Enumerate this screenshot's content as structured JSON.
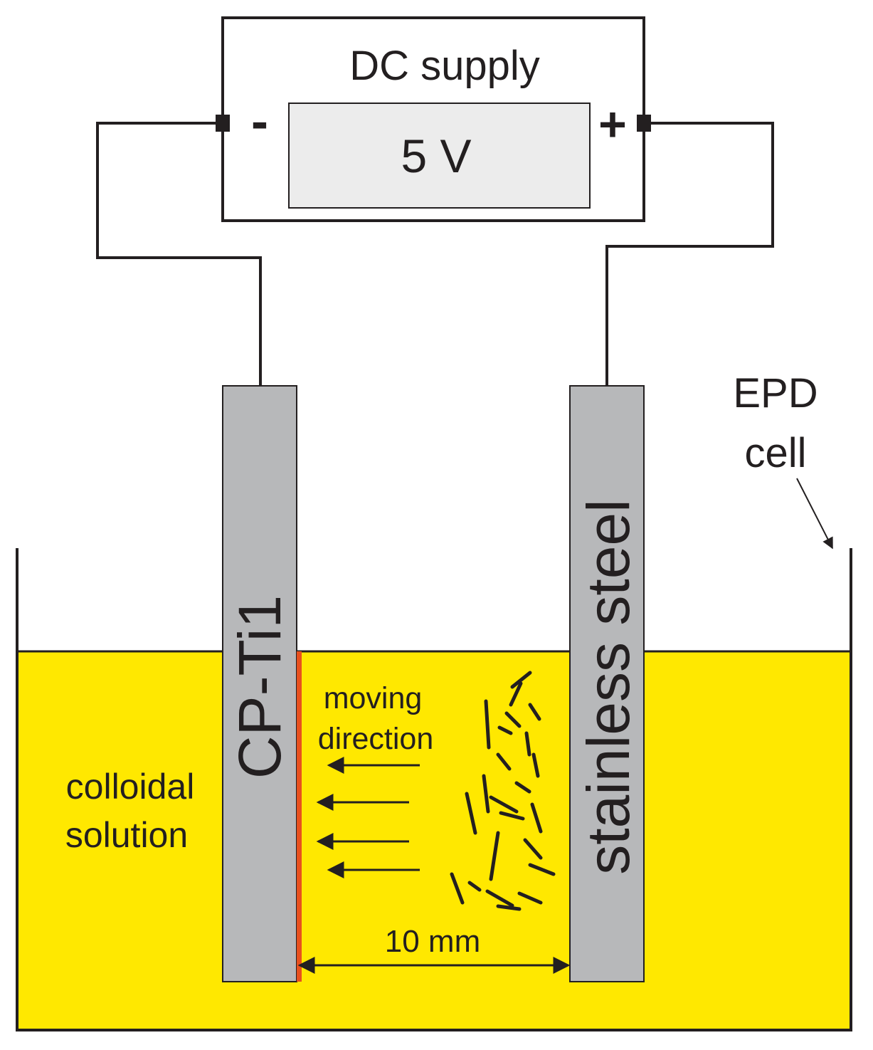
{
  "supply": {
    "title": "DC supply",
    "voltage": "5 V",
    "minus": "-",
    "plus": "+"
  },
  "electrodes": {
    "left": "CP-Ti1",
    "right": "stainless steel"
  },
  "cell": {
    "line1": "EPD",
    "line2": "cell"
  },
  "solution": {
    "line1": "colloidal",
    "line2": "solution"
  },
  "direction": {
    "line1": "moving",
    "line2": "direction"
  },
  "gap": "10 mm",
  "colors": {
    "solution": "#ffe800",
    "electrode": "#b7b8ba",
    "display": "#ececec",
    "deposit": "#e8501e",
    "line": "#231f20"
  }
}
